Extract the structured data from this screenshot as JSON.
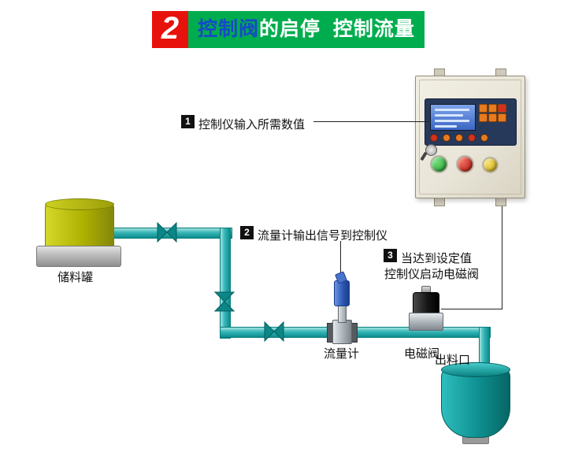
{
  "banner": {
    "number": "2",
    "title_blue": "控制阀",
    "title_rest": "的启停  控制流量"
  },
  "annotations": {
    "a1": {
      "num": "1",
      "text": "控制仪输入所需数值"
    },
    "a2": {
      "num": "2",
      "text": "流量计输出信号到控制仪"
    },
    "a3": {
      "num": "3",
      "line1": "当达到设定值",
      "line2": "控制仪启动电磁阀"
    }
  },
  "labels": {
    "tank": "储料罐",
    "flowmeter": "流量计",
    "solenoid": "电磁阀",
    "outlet": "出料口"
  },
  "colors": {
    "banner_green": "#00ad4e",
    "badge_red": "#e8120c",
    "title_blue": "#1749c9",
    "pipe_teal": "#35b5b5",
    "tank_yellow": "#aeb100",
    "outlet_teal": "#0d8f8f",
    "cabinet_beige": "#e9e5d8",
    "button_green": "#2fbf3a",
    "button_red": "#d42020",
    "button_yellow": "#e6c51e"
  }
}
